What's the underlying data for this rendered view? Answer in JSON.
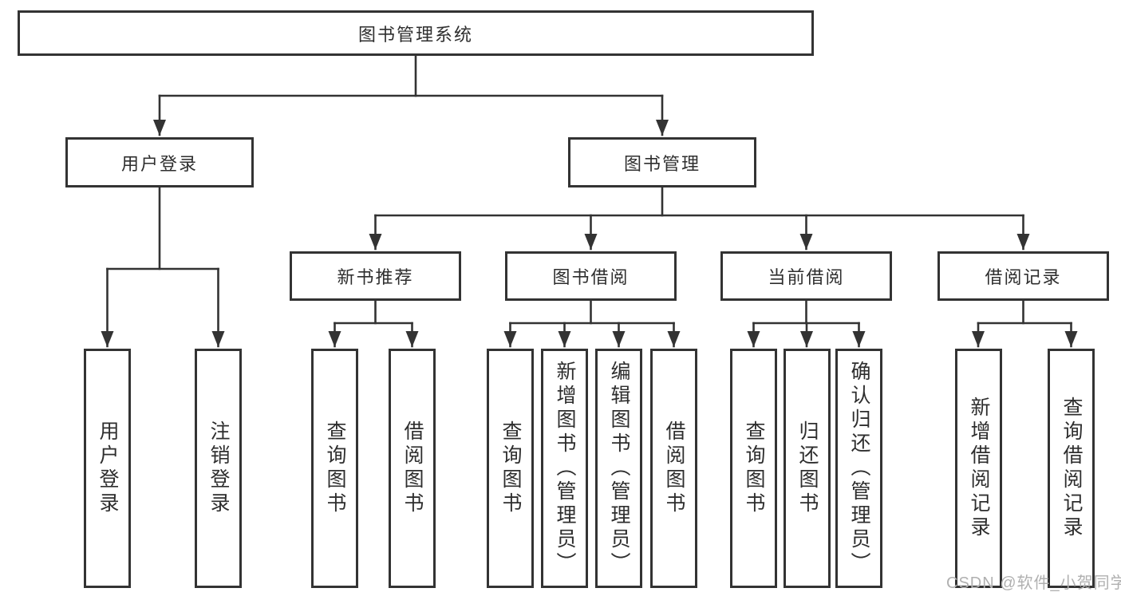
{
  "tree": {
    "root": {
      "label": "图书管理系统"
    },
    "branches": [
      {
        "label": "用户登录",
        "children": [
          {
            "label": "用户登录"
          },
          {
            "label": "注销登录"
          }
        ]
      },
      {
        "label": "图书管理",
        "sections": [
          {
            "label": "新书推荐",
            "children": [
              {
                "label": "查询图书"
              },
              {
                "label": "借阅图书"
              }
            ]
          },
          {
            "label": "图书借阅",
            "children": [
              {
                "label": "查询图书"
              },
              {
                "label": "新增图书（管理员）"
              },
              {
                "label": "编辑图书（管理员）"
              },
              {
                "label": "借阅图书"
              }
            ]
          },
          {
            "label": "当前借阅",
            "children": [
              {
                "label": "查询图书"
              },
              {
                "label": "归还图书"
              },
              {
                "label": "确认归还（管理员）"
              }
            ]
          },
          {
            "label": "借阅记录",
            "children": [
              {
                "label": "新增借阅记录"
              },
              {
                "label": "查询借阅记录"
              }
            ]
          }
        ]
      }
    ]
  },
  "watermark": {
    "text": "CSDN @软件_小贺同学"
  },
  "colors": {
    "line": "#333333",
    "box_border": "#333333",
    "text": "#2e2e2e",
    "watermark": "#b0b0b0",
    "background": "#ffffff"
  }
}
